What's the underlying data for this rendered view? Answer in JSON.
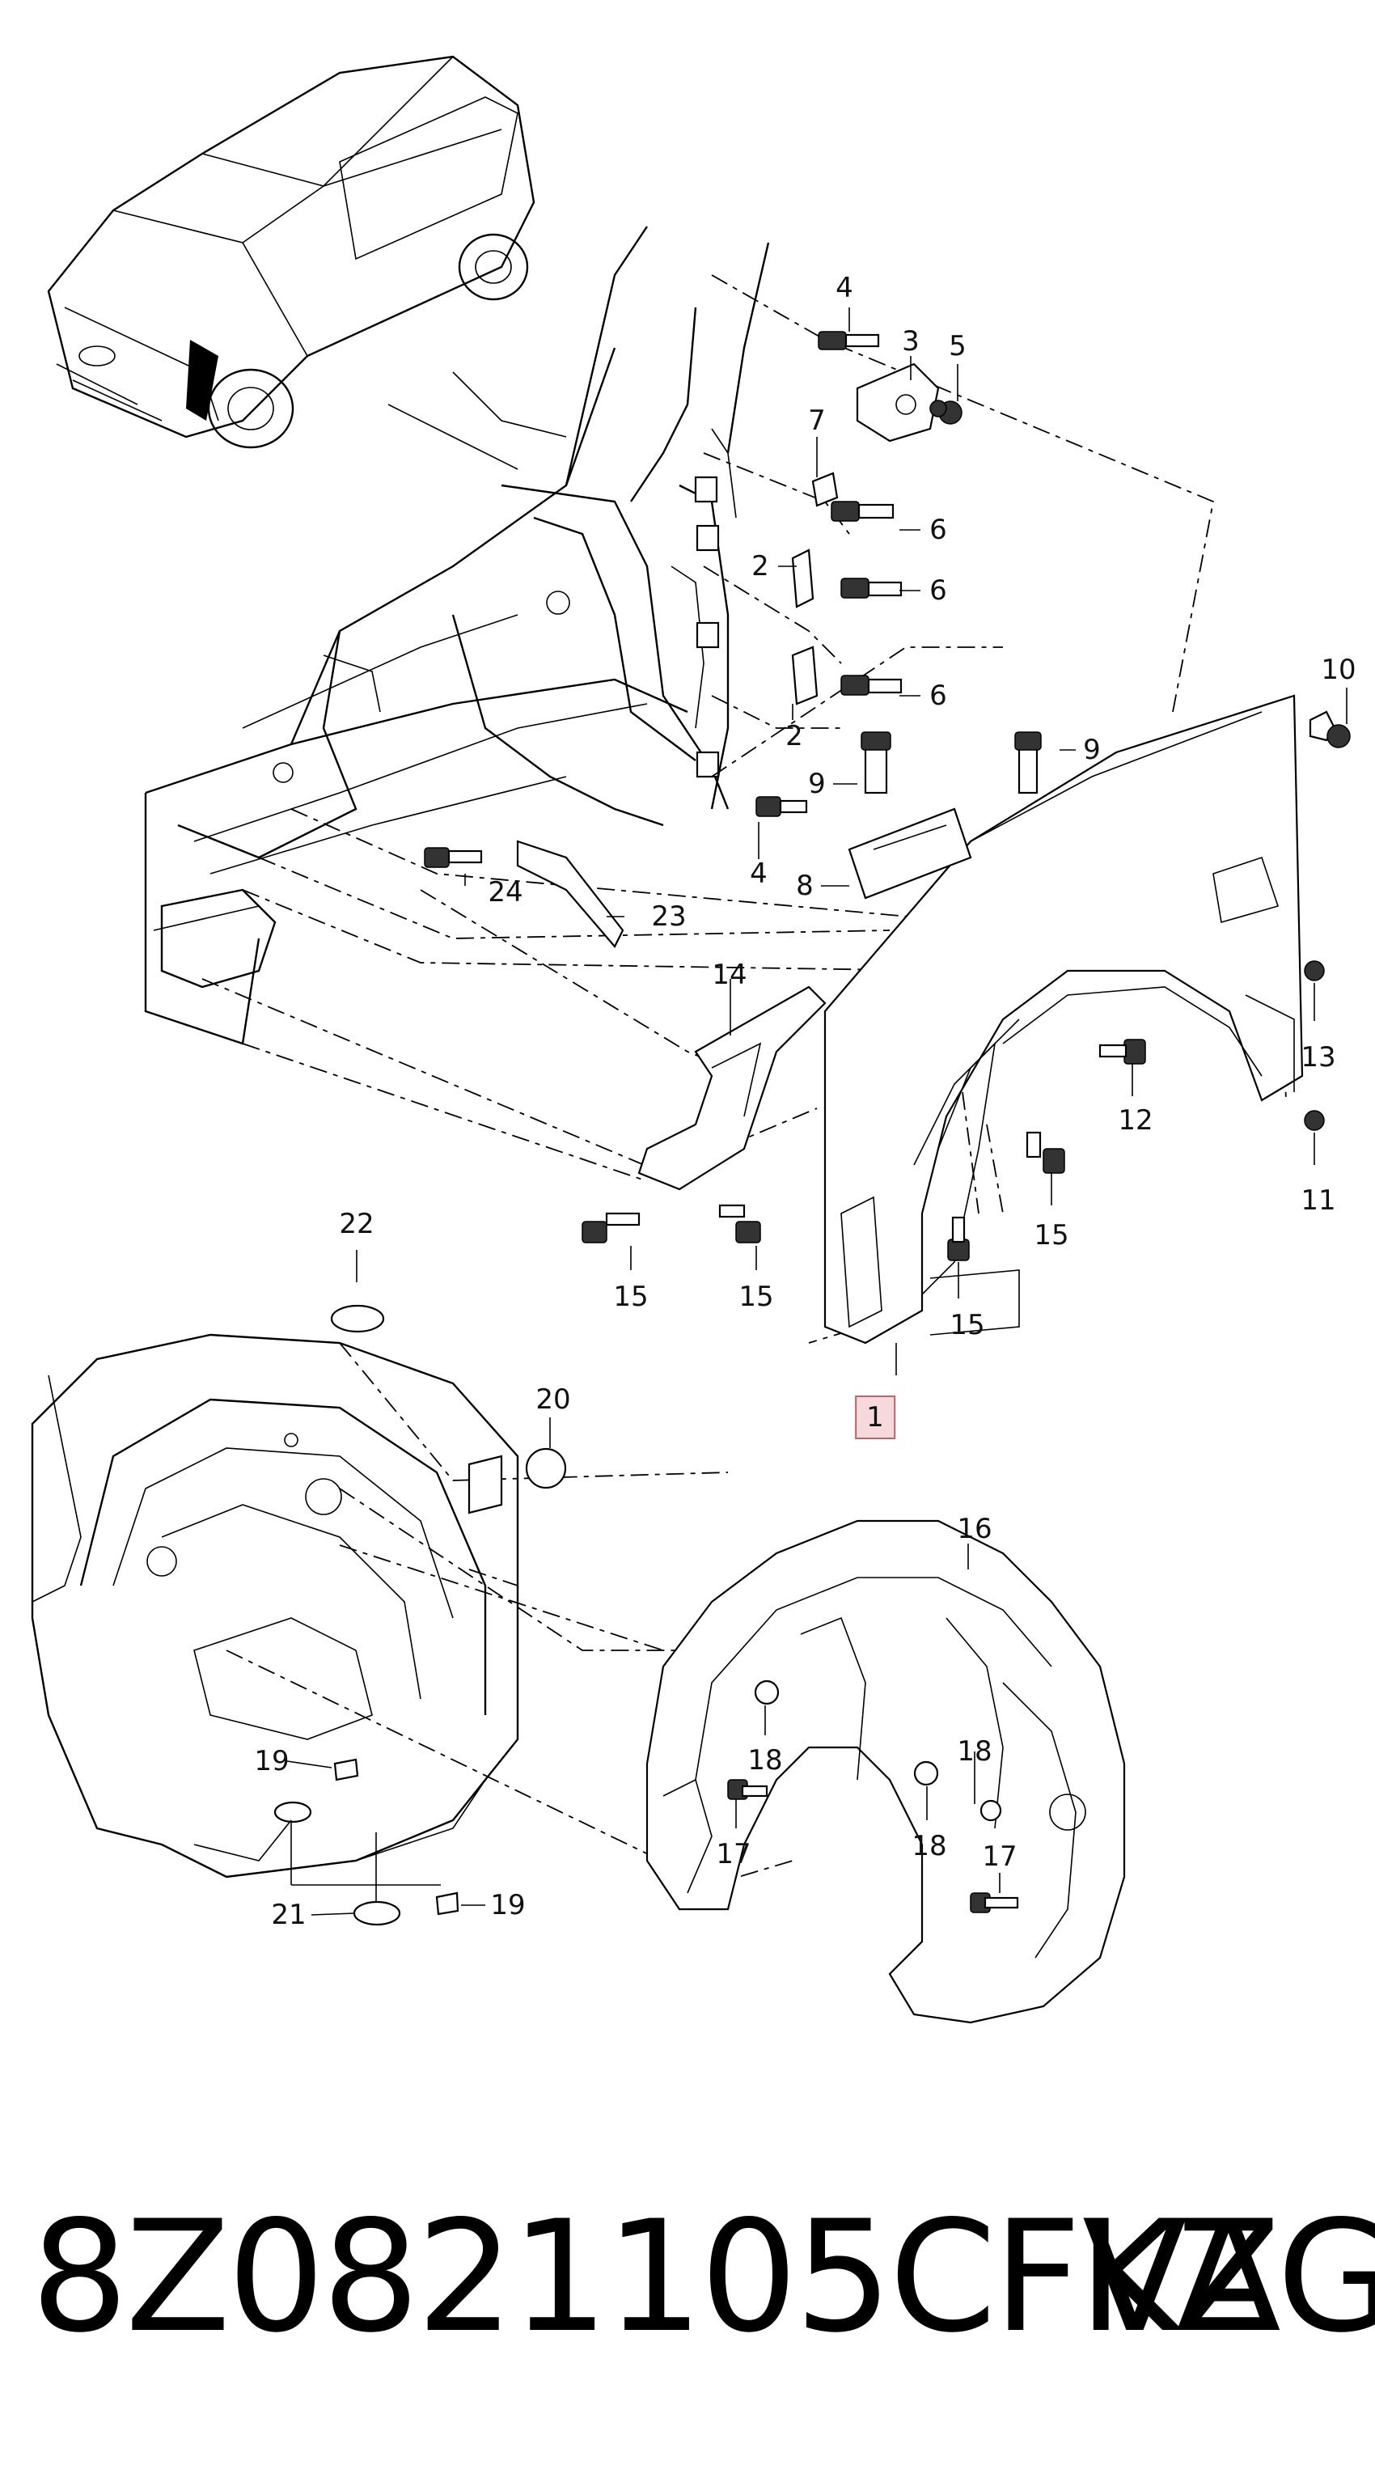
{
  "callouts": [
    {
      "label": "1",
      "highlighted": true
    },
    {
      "label": "2"
    },
    {
      "label": "2"
    },
    {
      "label": "3"
    },
    {
      "label": "4"
    },
    {
      "label": "4"
    },
    {
      "label": "5"
    },
    {
      "label": "6"
    },
    {
      "label": "6"
    },
    {
      "label": "6"
    },
    {
      "label": "7"
    },
    {
      "label": "8"
    },
    {
      "label": "9"
    },
    {
      "label": "9"
    },
    {
      "label": "10"
    },
    {
      "label": "11"
    },
    {
      "label": "12"
    },
    {
      "label": "13"
    },
    {
      "label": "14"
    },
    {
      "label": "15"
    },
    {
      "label": "15"
    },
    {
      "label": "15"
    },
    {
      "label": "15"
    },
    {
      "label": "15"
    },
    {
      "label": "16"
    },
    {
      "label": "17"
    },
    {
      "label": "17"
    },
    {
      "label": "18"
    },
    {
      "label": "18"
    },
    {
      "label": "18"
    },
    {
      "label": "19"
    },
    {
      "label": "19"
    },
    {
      "label": "20"
    },
    {
      "label": "21"
    },
    {
      "label": "22"
    },
    {
      "label": "23"
    },
    {
      "label": "24"
    }
  ],
  "footer": {
    "part_number": "8Z0821105CFKZ",
    "brand": "VAG"
  },
  "colors": {
    "highlight_fill": "#f6d9dc",
    "highlight_border": "#c8606a",
    "line": "#000000"
  }
}
